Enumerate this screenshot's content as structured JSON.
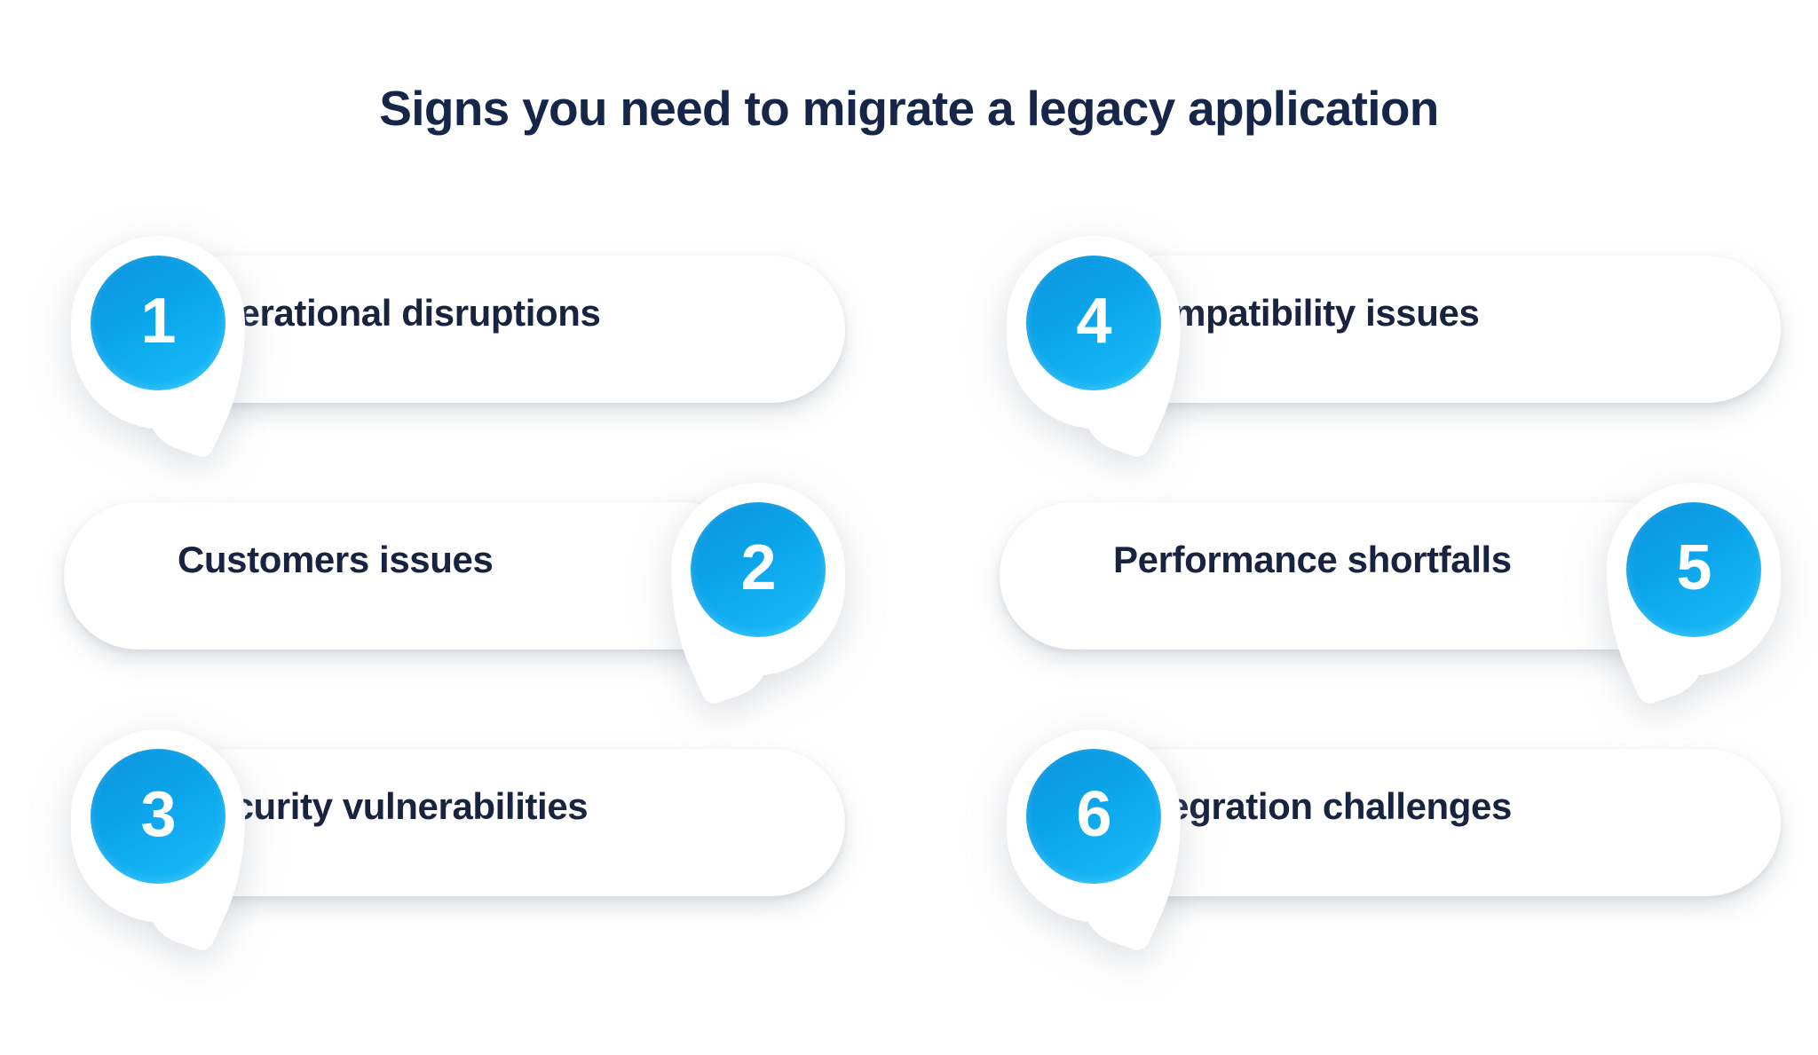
{
  "page": {
    "background_color": "#ffffff",
    "title": "Signs you need to migrate a legacy application",
    "title_color": "#152648",
    "accent_color": "#14b4f5",
    "label_color": "#17233f"
  },
  "columns": [
    {
      "name": "left-column",
      "items": [
        {
          "number": "1",
          "label": "Operational disruptions",
          "badge_side": "left"
        },
        {
          "number": "2",
          "label": "Customers issues",
          "badge_side": "right"
        },
        {
          "number": "3",
          "label": "Security vulnerabilities",
          "badge_side": "left"
        }
      ]
    },
    {
      "name": "right-column",
      "items": [
        {
          "number": "4",
          "label": "Compatibility issues",
          "badge_side": "left"
        },
        {
          "number": "5",
          "label": "Performance shortfalls",
          "badge_side": "right"
        },
        {
          "number": "6",
          "label": "Integration challenges",
          "badge_side": "left"
        }
      ]
    }
  ]
}
